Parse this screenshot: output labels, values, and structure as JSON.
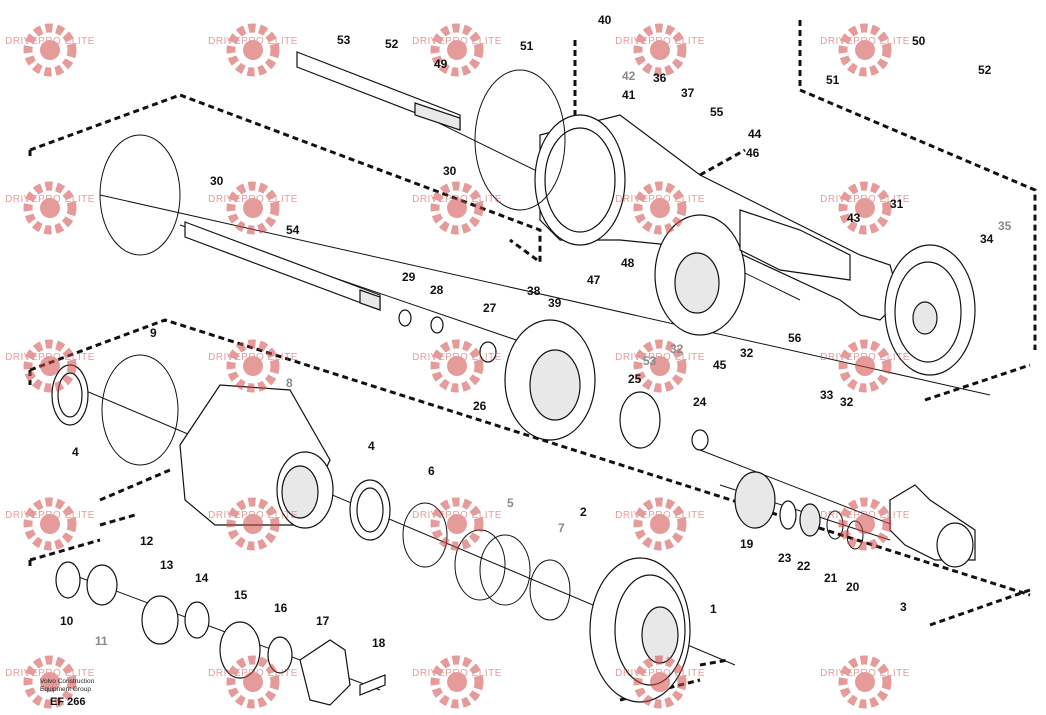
{
  "watermark": {
    "text": "DRIVEPRO ELITE",
    "color": "#d24a4a"
  },
  "brand": {
    "line1": "Volvo Construction",
    "line2": "Equipment Group"
  },
  "drawing_code": "EF 266",
  "callouts": [
    {
      "id": "c53",
      "label": "53",
      "grey": false
    },
    {
      "id": "c52a",
      "label": "52",
      "grey": false
    },
    {
      "id": "c49",
      "label": "49",
      "grey": false
    },
    {
      "id": "c51a",
      "label": "51",
      "grey": false
    },
    {
      "id": "c40",
      "label": "40",
      "grey": false
    },
    {
      "id": "c42",
      "label": "42",
      "grey": true
    },
    {
      "id": "c41",
      "label": "41",
      "grey": false
    },
    {
      "id": "c36",
      "label": "36",
      "grey": false
    },
    {
      "id": "c37",
      "label": "37",
      "grey": false
    },
    {
      "id": "c55",
      "label": "55",
      "grey": false
    },
    {
      "id": "c44",
      "label": "44",
      "grey": false
    },
    {
      "id": "c46",
      "label": "46",
      "grey": false
    },
    {
      "id": "c50",
      "label": "50",
      "grey": false
    },
    {
      "id": "c51b",
      "label": "51",
      "grey": false
    },
    {
      "id": "c52b",
      "label": "52",
      "grey": false
    },
    {
      "id": "c30a",
      "label": "30",
      "grey": false
    },
    {
      "id": "c30b",
      "label": "30",
      "grey": false
    },
    {
      "id": "c43",
      "label": "43",
      "grey": false
    },
    {
      "id": "c31",
      "label": "31",
      "grey": false
    },
    {
      "id": "c34",
      "label": "34",
      "grey": false
    },
    {
      "id": "c35",
      "label": "35",
      "grey": true
    },
    {
      "id": "c54",
      "label": "54",
      "grey": false
    },
    {
      "id": "c29",
      "label": "29",
      "grey": false
    },
    {
      "id": "c28",
      "label": "28",
      "grey": false
    },
    {
      "id": "c27",
      "label": "27",
      "grey": false
    },
    {
      "id": "c38",
      "label": "38",
      "grey": false
    },
    {
      "id": "c39",
      "label": "39",
      "grey": false
    },
    {
      "id": "c47",
      "label": "47",
      "grey": false
    },
    {
      "id": "c48",
      "label": "48",
      "grey": false
    },
    {
      "id": "c56",
      "label": "56",
      "grey": false
    },
    {
      "id": "c32a",
      "label": "32",
      "grey": true
    },
    {
      "id": "c53b",
      "label": "53",
      "grey": true
    },
    {
      "id": "c45",
      "label": "45",
      "grey": false
    },
    {
      "id": "c32b",
      "label": "32",
      "grey": false
    },
    {
      "id": "c33",
      "label": "33",
      "grey": false
    },
    {
      "id": "c32c",
      "label": "32",
      "grey": false
    },
    {
      "id": "c9",
      "label": "9",
      "grey": false
    },
    {
      "id": "c26",
      "label": "26",
      "grey": false
    },
    {
      "id": "c25",
      "label": "25",
      "grey": false
    },
    {
      "id": "c24",
      "label": "24",
      "grey": false
    },
    {
      "id": "c4a",
      "label": "4",
      "grey": false
    },
    {
      "id": "c8",
      "label": "8",
      "grey": true
    },
    {
      "id": "c4b",
      "label": "4",
      "grey": false
    },
    {
      "id": "c6",
      "label": "6",
      "grey": false
    },
    {
      "id": "c5",
      "label": "5",
      "grey": true
    },
    {
      "id": "c2",
      "label": "2",
      "grey": false
    },
    {
      "id": "c7",
      "label": "7",
      "grey": true
    },
    {
      "id": "c19",
      "label": "19",
      "grey": false
    },
    {
      "id": "c23",
      "label": "23",
      "grey": false
    },
    {
      "id": "c22",
      "label": "22",
      "grey": false
    },
    {
      "id": "c21",
      "label": "21",
      "grey": false
    },
    {
      "id": "c20",
      "label": "20",
      "grey": false
    },
    {
      "id": "c3",
      "label": "3",
      "grey": false
    },
    {
      "id": "c12",
      "label": "12",
      "grey": false
    },
    {
      "id": "c13",
      "label": "13",
      "grey": false
    },
    {
      "id": "c14",
      "label": "14",
      "grey": false
    },
    {
      "id": "c15",
      "label": "15",
      "grey": false
    },
    {
      "id": "c16",
      "label": "16",
      "grey": false
    },
    {
      "id": "c17",
      "label": "17",
      "grey": false
    },
    {
      "id": "c18",
      "label": "18",
      "grey": false
    },
    {
      "id": "c10",
      "label": "10",
      "grey": false
    },
    {
      "id": "c11",
      "label": "11",
      "grey": true
    },
    {
      "id": "c1",
      "label": "1",
      "grey": false
    }
  ]
}
